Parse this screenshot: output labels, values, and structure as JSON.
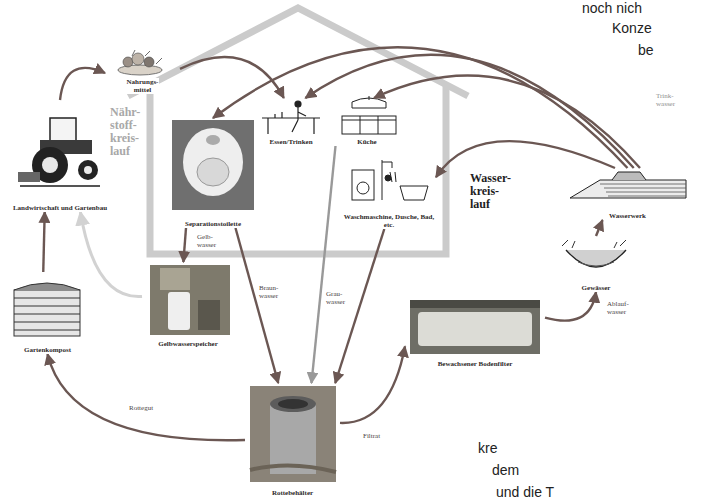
{
  "diagram": {
    "nodes": [
      {
        "text": [
          "Nahrungs- mittel"
        ]
      },
      {
        "text": [
          "Essen/Trinken"
        ]
      },
      {
        "text": [
          "Küche"
        ]
      },
      {
        "text": [
          "Separationstoilette"
        ]
      },
      {
        "text": [
          "Waschmaschine, Dusche, Bad, etc."
        ]
      },
      {
        "text": [
          "Landwirtschaft und Gartenbau"
        ]
      },
      {
        "text": [
          "Wasserwerk"
        ]
      },
      {
        "text": [
          "Gewässer"
        ]
      },
      {
        "text": [
          "Gelbwasserspeicher"
        ]
      },
      {
        "text": [
          "Bewachsener Bodenfilter"
        ]
      },
      {
        "text": [
          "Gartenkompost"
        ]
      },
      {
        "text": [
          "Rottebehälter"
        ]
      }
    ],
    "edges": [
      {
        "from": 5,
        "to": 0,
        "arrow": "to"
      },
      {
        "from": 0,
        "to": 1,
        "arrow": "to"
      },
      {
        "from": 6,
        "to": 1,
        "label": "Trink- wasser",
        "arrow": "to"
      },
      {
        "from": 6,
        "to": 2,
        "arrow": "to"
      },
      {
        "from": 6,
        "to": 3,
        "arrow": "to"
      },
      {
        "from": 6,
        "to": 4,
        "arrow": "to"
      },
      {
        "from": 3,
        "to": 8,
        "label": "Gelb- wasser",
        "arrow": "to"
      },
      {
        "from": 3,
        "to": 11,
        "label": "Braun- wasser",
        "arrow": "to"
      },
      {
        "from": 2,
        "to": 11,
        "arrow": "to"
      },
      {
        "from": 4,
        "to": 11,
        "label": "Grau- wasser",
        "arrow": "to"
      },
      {
        "from": 11,
        "to": 10,
        "label": "Rottegut",
        "arrow": "to"
      },
      {
        "from": 11,
        "to": 9,
        "label": "Filtrat",
        "arrow": "to"
      },
      {
        "from": 9,
        "to": 7,
        "label": "Ablauf- wasser",
        "arrow": "to"
      },
      {
        "from": 7,
        "to": 6,
        "arrow": "to"
      },
      {
        "from": 8,
        "to": 5,
        "arrow": "to"
      },
      {
        "from": 10,
        "to": 5,
        "arrow": "to"
      }
    ],
    "labels": [
      "noch nich",
      "Konze",
      "be",
      "Nähr- stoff- kreis- lauf",
      "Wasser- kreis- lauf",
      "kre",
      "dem",
      "und die T"
    ]
  }
}
